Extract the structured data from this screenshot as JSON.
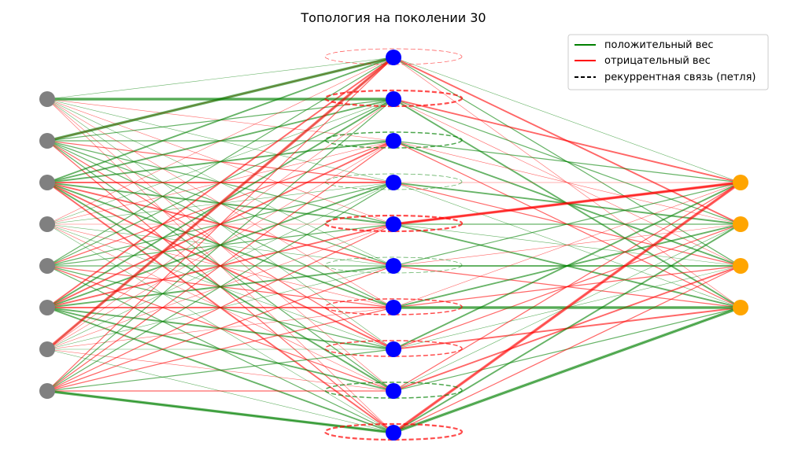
{
  "title": "Топология на поколении 30",
  "legend": {
    "positive": "положительный вес",
    "negative": "отрицательный вес",
    "recurrent": "рекуррентная связь (петля)"
  },
  "colors": {
    "positive": "#008000",
    "negative": "#ff0000",
    "input_node": "#808080",
    "hidden_node": "#0000ff",
    "output_node": "#ffa500",
    "recurrent_legend": "#000000"
  },
  "network": {
    "layers": [
      {
        "name": "input",
        "count": 8
      },
      {
        "name": "hidden",
        "count": 10
      },
      {
        "name": "output",
        "count": 4
      }
    ],
    "input_hidden": [
      "++-+-+-+--",
      "-++-+++-+-",
      "+++-+-+-+-",
      "-+-+-+-+-+",
      "++-+++-+-+",
      "-+-+-+-+++",
      "+--+-+-+-+",
      "-+-+---+-+"
    ],
    "hidden_output": [
      "+-+-",
      "-+-+",
      "+-+-",
      "-+-+",
      "-+++",
      "+-+-",
      "-+-+",
      "+-+-",
      "-+-+",
      "-+-+"
    ],
    "strong_edges": [
      {
        "from": "i0",
        "to": "h1",
        "sign": "+"
      },
      {
        "from": "i1",
        "to": "h0",
        "sign": "+"
      },
      {
        "from": "i7",
        "to": "h9",
        "sign": "+"
      },
      {
        "from": "h4",
        "to": "o0",
        "sign": "-"
      },
      {
        "from": "h9",
        "to": "o3",
        "sign": "+"
      },
      {
        "from": "h6",
        "to": "o3",
        "sign": "+"
      },
      {
        "from": "h9",
        "to": "o0",
        "sign": "-"
      },
      {
        "from": "i6",
        "to": "h0",
        "sign": "-"
      }
    ],
    "recurrent_loops": [
      {
        "node": 0,
        "sign": "-",
        "strength": "thin"
      },
      {
        "node": 1,
        "sign": "-",
        "strength": "thick"
      },
      {
        "node": 2,
        "sign": "+",
        "strength": "medium"
      },
      {
        "node": 3,
        "sign": "+",
        "strength": "thin"
      },
      {
        "node": 4,
        "sign": "-",
        "strength": "thick"
      },
      {
        "node": 5,
        "sign": "+",
        "strength": "thin"
      },
      {
        "node": 6,
        "sign": "-",
        "strength": "medium"
      },
      {
        "node": 7,
        "sign": "-",
        "strength": "medium"
      },
      {
        "node": 8,
        "sign": "+",
        "strength": "medium"
      },
      {
        "node": 9,
        "sign": "-",
        "strength": "thick"
      }
    ]
  }
}
